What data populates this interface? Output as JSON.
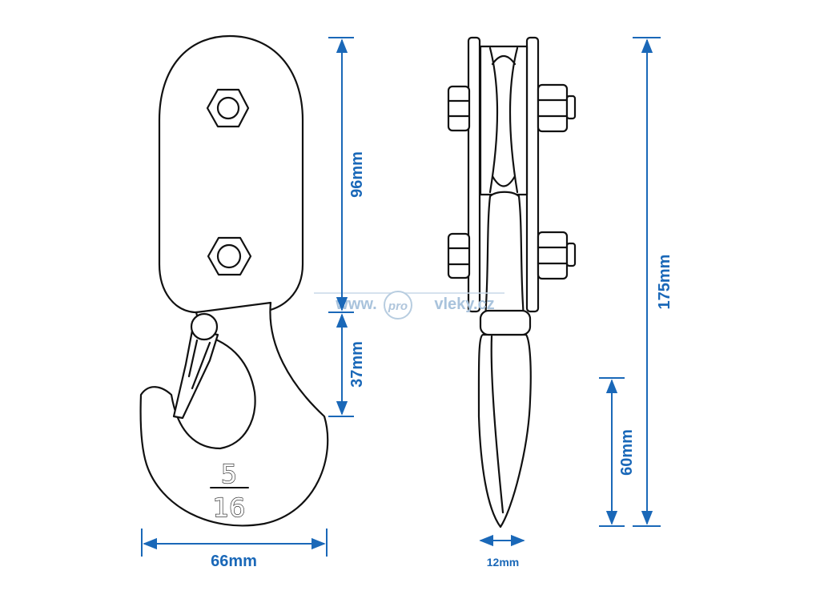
{
  "diagram": {
    "dimensions": {
      "width_front": "66mm",
      "upper_height": "96mm",
      "hook_height": "37mm",
      "total_height": "175mm",
      "hook_length": "60mm",
      "thickness": "12mm"
    },
    "hook_marking": {
      "numerator": "5",
      "denominator": "16"
    },
    "watermark": {
      "prefix": "www.",
      "badge": "pro",
      "suffix": "vleky.cz"
    },
    "colors": {
      "dimension": "#1a68b8",
      "outline": "#111111",
      "background": "#ffffff",
      "watermark": "#a9c3dc"
    }
  }
}
